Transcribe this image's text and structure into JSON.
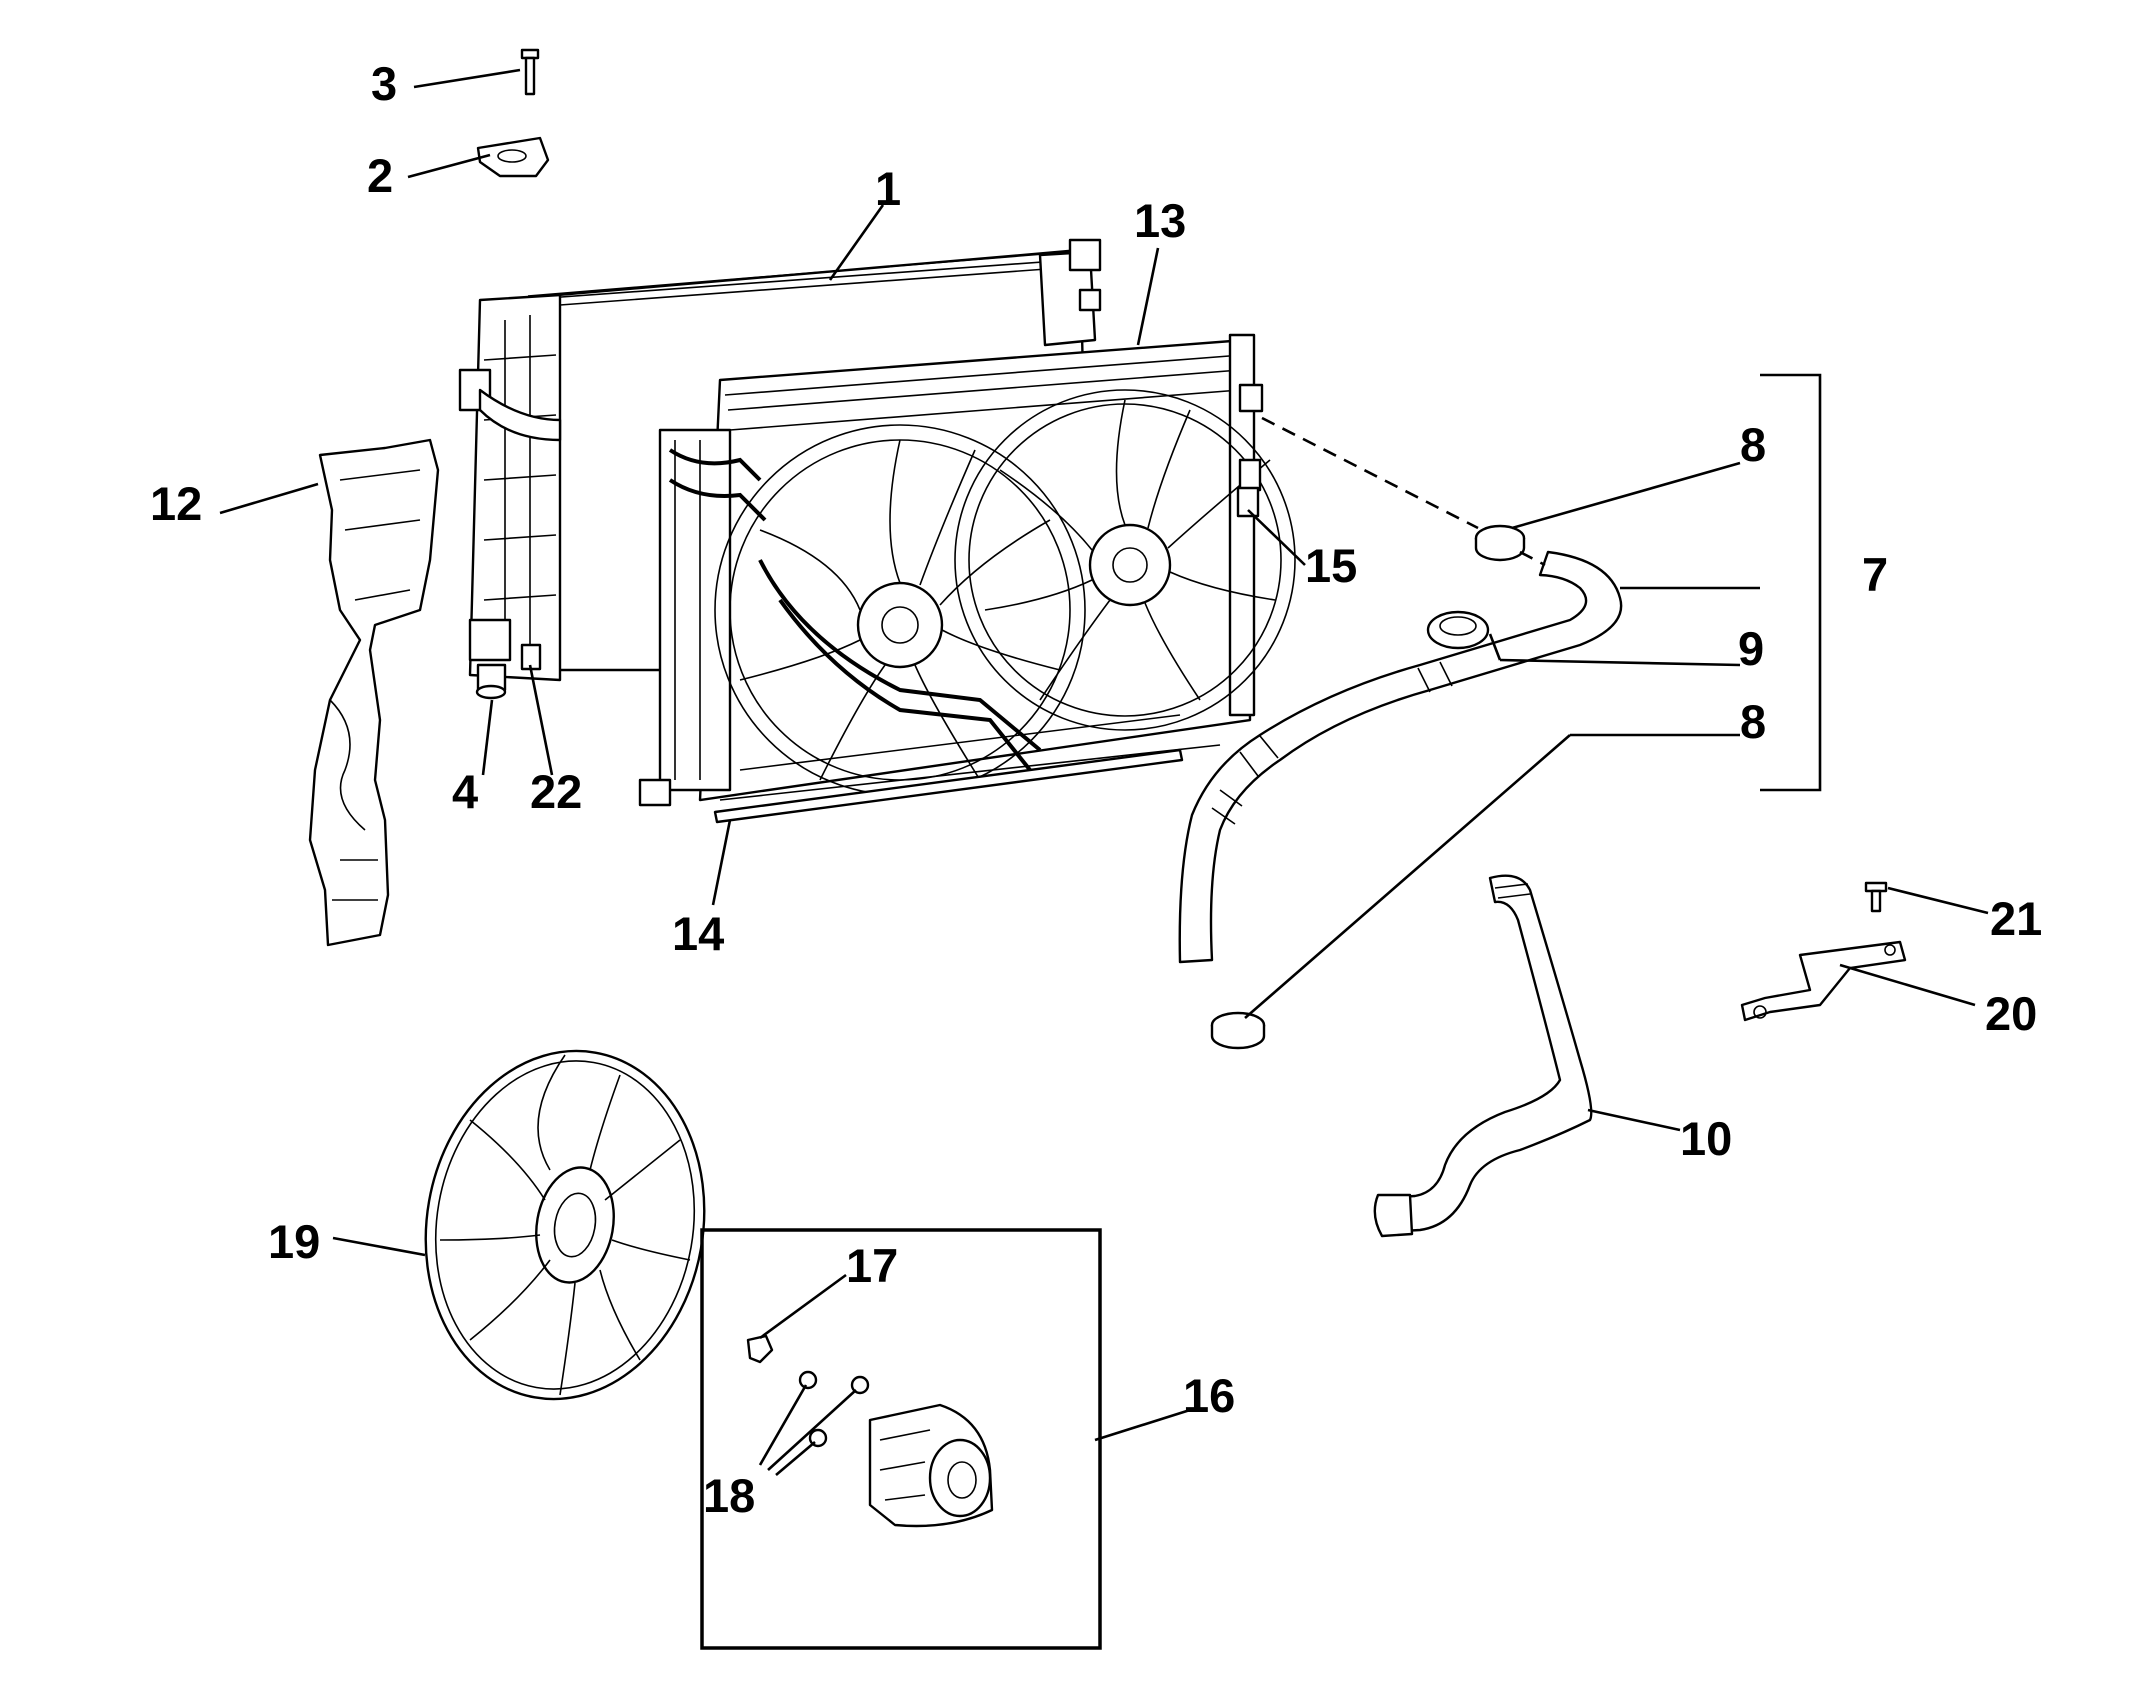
{
  "callouts": {
    "c1": "1",
    "c2": "2",
    "c3": "3",
    "c4": "4",
    "c7": "7",
    "c8a": "8",
    "c8b": "8",
    "c9": "9",
    "c10": "10",
    "c12": "12",
    "c13": "13",
    "c14": "14",
    "c15": "15",
    "c16": "16",
    "c17": "17",
    "c18": "18",
    "c19": "19",
    "c20": "20",
    "c21": "21",
    "c22": "22"
  }
}
